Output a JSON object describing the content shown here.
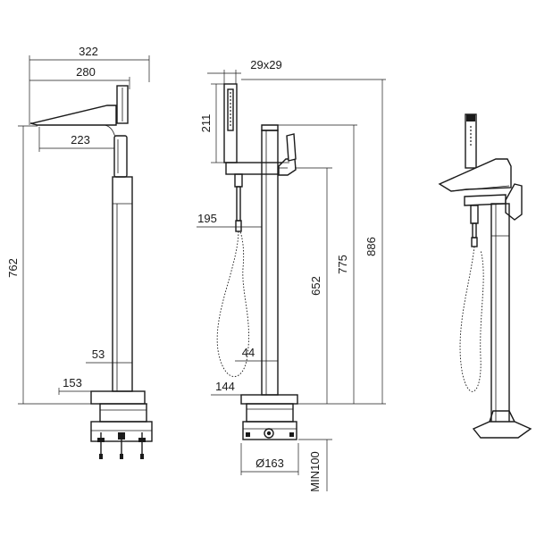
{
  "dimensions": {
    "total_width": "322",
    "spout_length": "280",
    "spout_inner": "223",
    "side_height": "762",
    "tube_offset": "53",
    "base_offset": "153",
    "handshower_size": "29x29",
    "handshower_height": "211",
    "holder_offset": "195",
    "hose_offset": "44",
    "base_width": "144",
    "holder_height": "652",
    "spout_height": "775",
    "total_height": "886",
    "diameter": "Ø163",
    "min_depth": "MIN100"
  }
}
